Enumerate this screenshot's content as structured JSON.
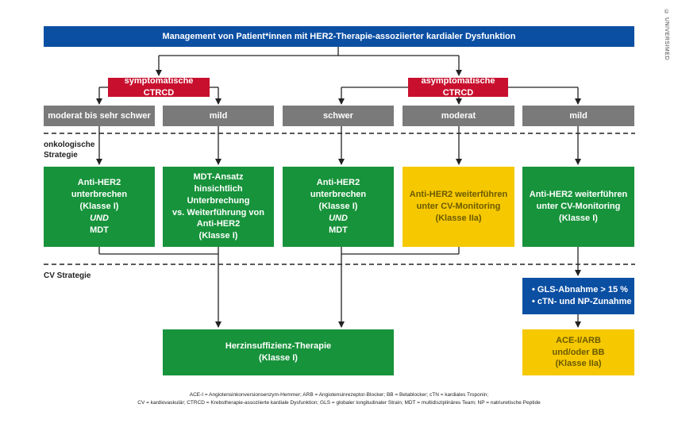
{
  "title": "Management von Patient*innen mit HER2-Therapie-assoziierter kardialer Dysfunktion",
  "watermark": "© UNIVERSIMED",
  "branches": {
    "symptomatic": "symptomatische CTRCD",
    "asymptomatic": "asymptomatische CTRCD"
  },
  "severity": [
    "moderat bis sehr schwer",
    "mild",
    "schwer",
    "moderat",
    "mild"
  ],
  "section_labels": {
    "oncologic_line1": "onkologische",
    "oncologic_line2": "Strategie",
    "cv": "CV Strategie"
  },
  "oncologic_boxes": [
    {
      "lines": [
        "Anti-HER2",
        "unterbrechen",
        "(Klasse I)",
        "UND",
        "MDT"
      ]
    },
    {
      "lines": [
        "MDT-Ansatz",
        "hinsichtlich Unterbrechung",
        "vs. Weiterführung von",
        "Anti-HER2",
        "(Klasse I)"
      ]
    },
    {
      "lines": [
        "Anti-HER2",
        "unterbrechen",
        "(Klasse I)",
        "UND",
        "MDT"
      ]
    },
    {
      "lines": [
        "Anti-HER2 weiterführen",
        "unter CV-Monitoring",
        "(Klasse IIa)"
      ]
    },
    {
      "lines": [
        "Anti-HER2 weiterführen",
        "unter CV-Monitoring",
        "(Klasse I)"
      ]
    }
  ],
  "heart_failure": {
    "line1": "Herzinsuffizienz-Therapie",
    "line2": "(Klasse I)"
  },
  "monitoring": {
    "items": [
      "GLS-Abnahme > 15 %",
      "cTN- und NP-Zunahme"
    ]
  },
  "treatment": {
    "lines": [
      "ACE-I/ARB",
      "und/oder BB",
      "(Klasse IIa)"
    ]
  },
  "footnote": {
    "line1": "ACE-I = Angiotensinkonversionsenzym-Hemmer; ARB = Angiotensinrezeptor-Blocker; BB = Betablocker; cTN = kardiales Troponin;",
    "line2": "CV = kardiovaskulär; CTRCD = Krebstherapie-assoziierte kardiale Dysfunktion; GLS = globaler longitudinaler Strain; MDT = multidisziplinäres Team; NP = natriuretische Peptide"
  },
  "colors": {
    "blue": "#0b4fa3",
    "red": "#c8102e",
    "grey": "#7a7a7a",
    "green": "#17933b",
    "yellow": "#f6c800"
  }
}
